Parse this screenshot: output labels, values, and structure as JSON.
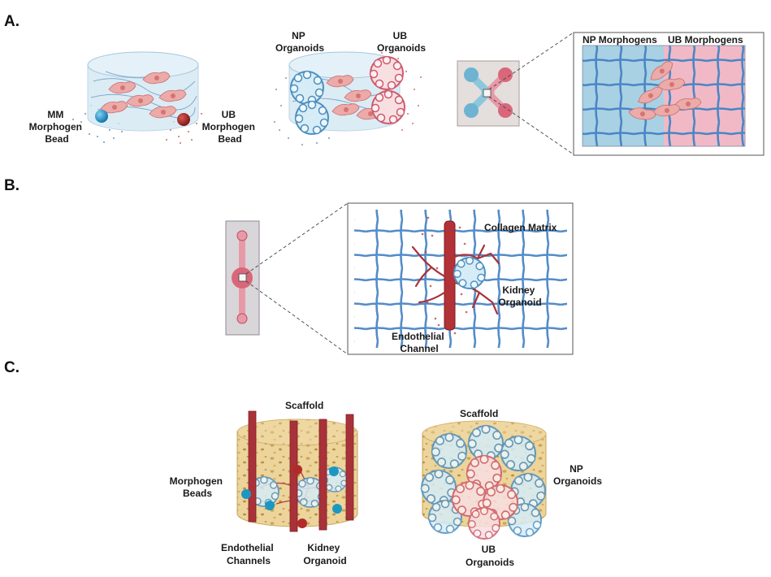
{
  "panels": {
    "a": {
      "letter": "A.",
      "mm_bead_label": [
        "MM",
        "Morphogen",
        "Bead"
      ],
      "ub_bead_label": [
        "UB",
        "Morphogen",
        "Bead"
      ],
      "np_organoids_label": [
        "NP",
        "Organoids"
      ],
      "ub_organoids_label": [
        "UB",
        "Organoids"
      ],
      "np_morphogens_label": "NP Morphogens",
      "ub_morphogens_label": "UB Morphogens"
    },
    "b": {
      "letter": "B.",
      "collagen_label": "Collagen Matrix",
      "kidney_label": [
        "Kidney",
        "Organoid"
      ],
      "endothelial_label": [
        "Endothelial",
        "Channel"
      ]
    },
    "c": {
      "letter": "C.",
      "scaffold_left_label": "Scaffold",
      "morphogen_beads_label": [
        "Morphogen",
        "Beads"
      ],
      "endothelial_channels_label": [
        "Endothelial",
        "Channels"
      ],
      "kidney_organoid_label": [
        "Kidney",
        "Organoid"
      ],
      "scaffold_right_label": "Scaffold",
      "np_organoids_label": [
        "NP",
        "Organoids"
      ],
      "ub_organoids_label": [
        "UB",
        "Organoids"
      ]
    }
  },
  "colors": {
    "np_blue": "#6fb3d2",
    "ub_red": "#d9677a",
    "vessel_red": "#a9323a",
    "mesh_blue": "#4a86c5",
    "scaffold_tan": "#ecd49a"
  }
}
